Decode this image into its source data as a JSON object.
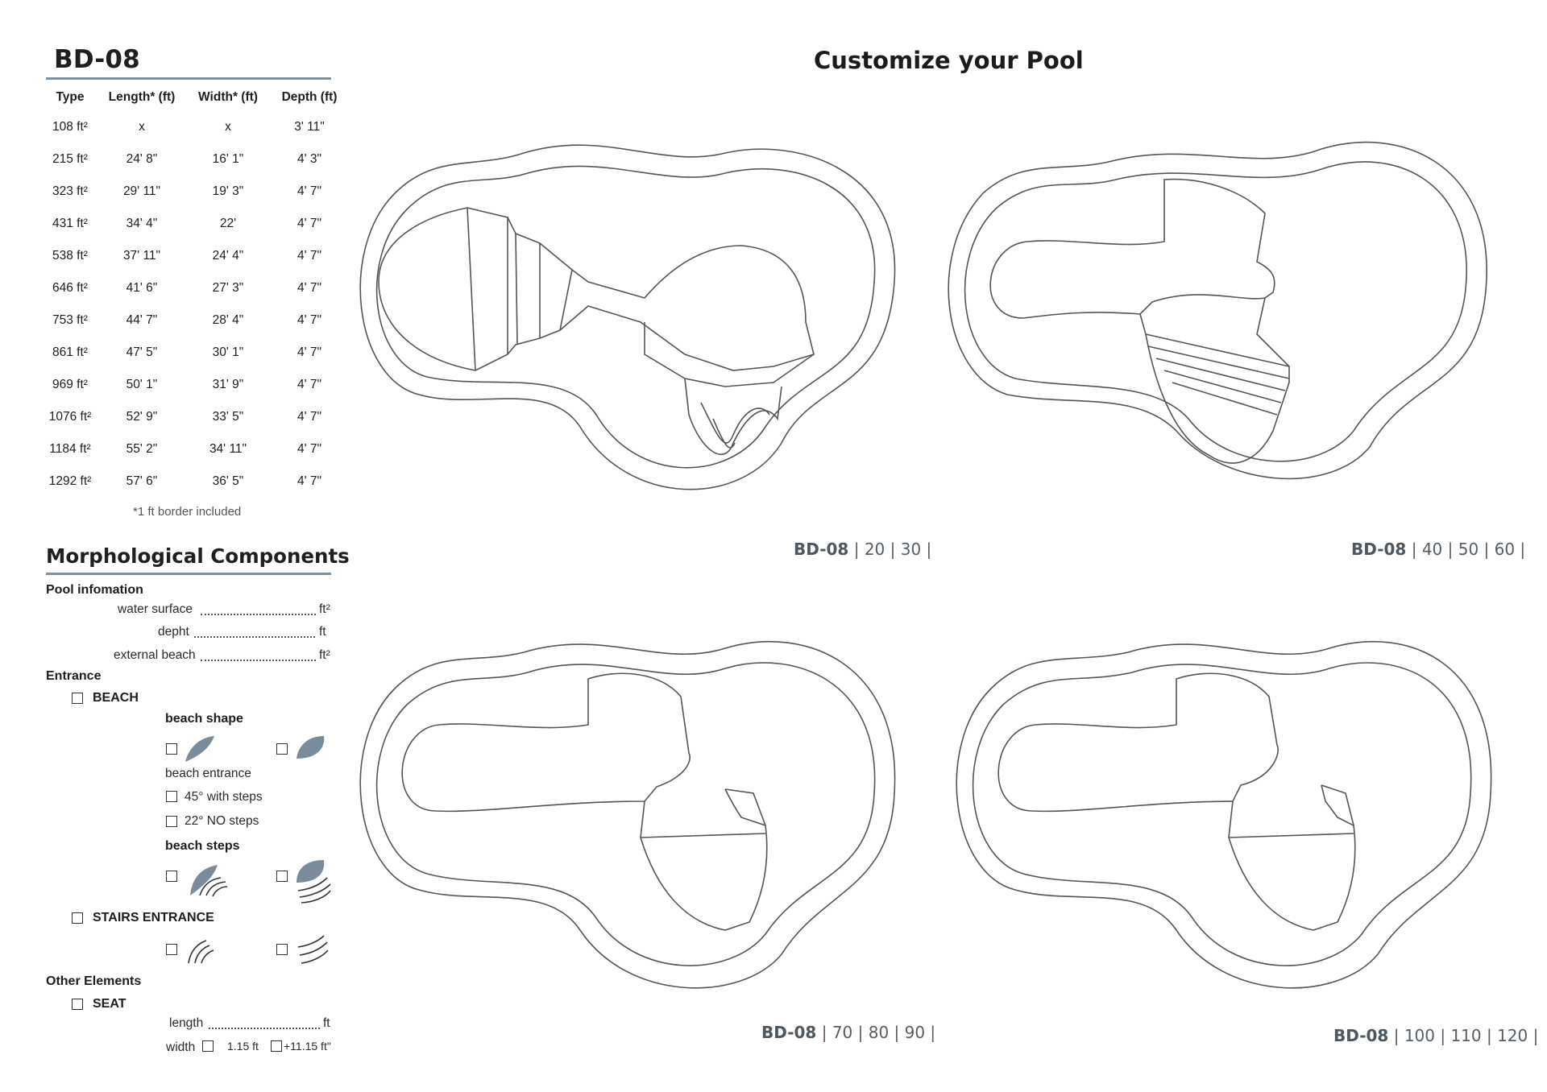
{
  "header": {
    "model": "BD-08",
    "page_title": "Customize your Pool"
  },
  "table": {
    "headers": [
      "Type",
      "Length* (ft)",
      "Width* (ft)",
      "Depth (ft)"
    ],
    "rows": [
      [
        "108 ft²",
        "x",
        "x",
        "3' 11\""
      ],
      [
        "215 ft²",
        "24' 8\"",
        "16' 1\"",
        "4' 3\""
      ],
      [
        "323 ft²",
        "29' 11\"",
        "19' 3\"",
        "4' 7\""
      ],
      [
        "431 ft²",
        "34' 4\"",
        "22'",
        "4' 7\""
      ],
      [
        "538 ft²",
        "37' 11\"",
        "24' 4\"",
        "4' 7\""
      ],
      [
        "646 ft²",
        "41' 6\"",
        "27' 3\"",
        "4' 7\""
      ],
      [
        "753 ft²",
        "44' 7\"",
        "28' 4\"",
        "4' 7\""
      ],
      [
        "861 ft²",
        "47' 5\"",
        "30' 1\"",
        "4' 7\""
      ],
      [
        "969 ft²",
        "50' 1\"",
        "31' 9\"",
        "4' 7\""
      ],
      [
        "1076 ft²",
        "52' 9\"",
        "33' 5\"",
        "4' 7\""
      ],
      [
        "1184 ft²",
        "55' 2\"",
        "34' 11\"",
        "4' 7\""
      ],
      [
        "1292 ft²",
        "57' 6\"",
        "36' 5\"",
        "4' 7\""
      ]
    ],
    "note": "*1 ft border included"
  },
  "morph": {
    "title": "Morphological Components",
    "pool_info": {
      "label": "Pool infomation",
      "water_surface": "water surface",
      "water_unit": "ft²",
      "depth": "depht",
      "depth_unit": "ft",
      "external_beach": "external beach",
      "beach_unit": "ft²"
    },
    "entrance": {
      "label": "Entrance",
      "beach": "BEACH",
      "beach_shape": "beach shape",
      "beach_entrance": "beach entrance",
      "opt45": "45° with steps",
      "opt22": "22° NO steps",
      "beach_steps": "beach steps",
      "stairs": "STAIRS ENTRANCE"
    },
    "other": {
      "label": "Other Elements",
      "seat": "SEAT",
      "length": "length",
      "length_unit": "ft",
      "width": "width",
      "w1": "1.15 ft",
      "w2": "+11.15 ft\""
    }
  },
  "captions": [
    {
      "model": "BD-08",
      "sizes": "| 20 | 30 |"
    },
    {
      "model": "BD-08",
      "sizes": "| 40 | 50 | 60 |"
    },
    {
      "model": "BD-08",
      "sizes": "| 70 | 80 | 90 |"
    },
    {
      "model": "BD-08",
      "sizes": "| 100 | 110 | 120 |"
    }
  ],
  "colors": {
    "accent": "#7f8f9c",
    "icon_fill": "#7a8b9a",
    "outline": "#555555"
  }
}
